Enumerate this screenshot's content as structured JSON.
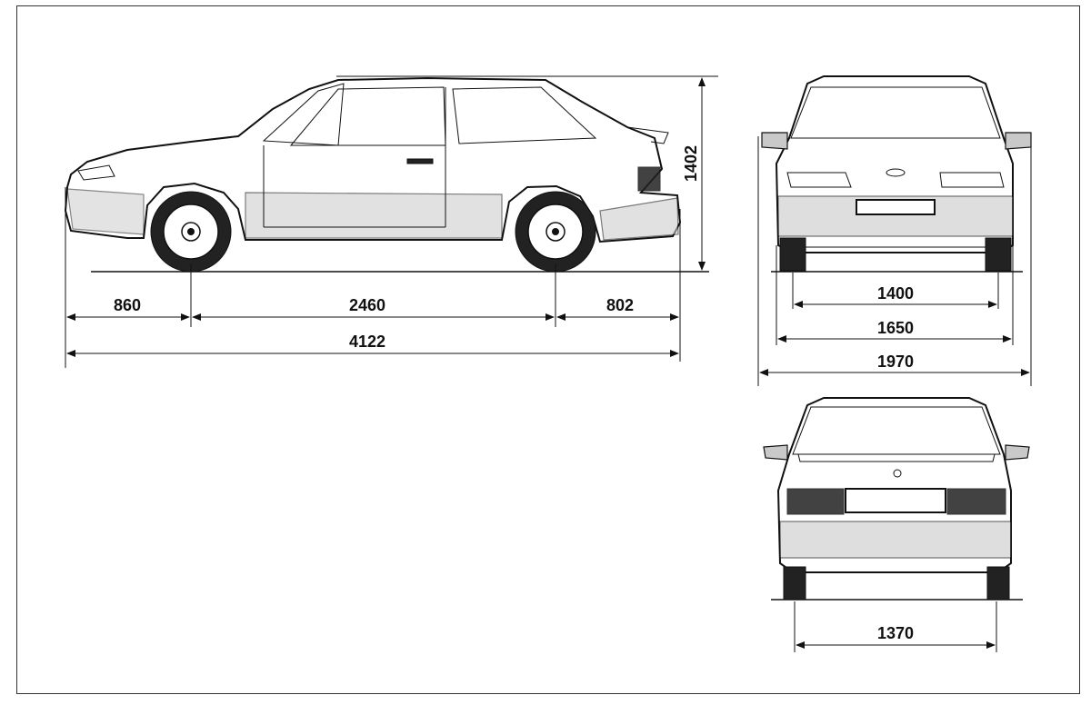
{
  "dimensions": {
    "front_overhang": "860",
    "wheelbase": "2460",
    "rear_overhang": "802",
    "overall_length": "4122",
    "height": "1402",
    "front_track": "1400",
    "width_body": "1650",
    "width_mirrors": "1970",
    "rear_track": "1370"
  },
  "colors": {
    "ink": "#111111",
    "paper": "#ffffff",
    "shade": "#c9c9c9"
  }
}
